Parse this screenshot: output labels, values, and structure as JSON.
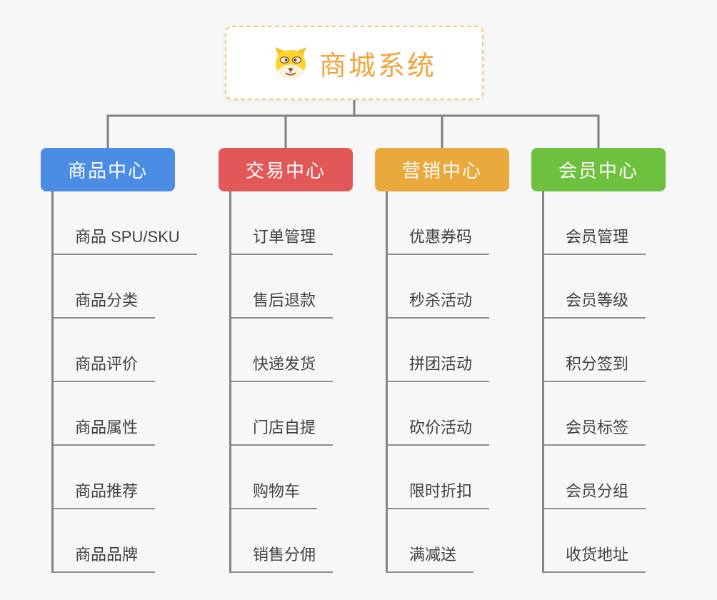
{
  "root": {
    "title": "商城系统",
    "icon": "dog-face-icon"
  },
  "branches": [
    {
      "id": "product",
      "label": "商品中心",
      "color": "#4B8DE4",
      "children": [
        "商品 SPU/SKU",
        "商品分类",
        "商品评价",
        "商品属性",
        "商品推荐",
        "商品品牌"
      ]
    },
    {
      "id": "trade",
      "label": "交易中心",
      "color": "#E25858",
      "children": [
        "订单管理",
        "售后退款",
        "快递发货",
        "门店自提",
        "购物车",
        "销售分佣"
      ]
    },
    {
      "id": "marketing",
      "label": "营销中心",
      "color": "#E9A93C",
      "children": [
        "优惠券码",
        "秒杀活动",
        "拼团活动",
        "砍价活动",
        "限时折扣",
        "满减送"
      ]
    },
    {
      "id": "member",
      "label": "会员中心",
      "color": "#6EC13F",
      "children": [
        "会员管理",
        "会员等级",
        "积分签到",
        "会员标签",
        "会员分组",
        "收货地址"
      ]
    }
  ],
  "colors": {
    "background": "#F7F7F7",
    "connector": "#7F7F7F",
    "leaf_line": "#8F8F8F",
    "leaf_text": "#3E4247",
    "root_border": "#F3C87E",
    "root_text": "#F2A53D"
  }
}
